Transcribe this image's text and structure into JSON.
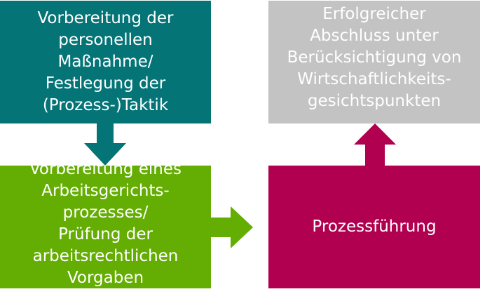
{
  "colors": {
    "teal": "#057477",
    "green": "#64ad02",
    "magenta": "#b0004f",
    "gray": "#c3c3c3"
  },
  "boxes": {
    "preparation": {
      "lines": [
        "Vorbereitung der",
        "personellen",
        "Maßnahme/",
        "Festlegung der",
        "(Prozess-)Taktik"
      ]
    },
    "court_prep": {
      "lines": [
        "Vorbereitung eines",
        "Arbeitsgerichts-",
        "prozesses/",
        "Prüfung der",
        "arbeitsrechtlichen",
        "Vorgaben"
      ]
    },
    "process": {
      "lines": [
        "Prozessführung"
      ]
    },
    "success": {
      "lines": [
        "Erfolgreicher",
        "Abschluss unter",
        "Berücksichtigung von",
        "Wirtschaftlichkeits-",
        "gesichtspunkten"
      ]
    }
  },
  "arrows": {
    "down": "arrow-down-icon",
    "right": "arrow-right-icon",
    "up": "arrow-up-icon"
  }
}
